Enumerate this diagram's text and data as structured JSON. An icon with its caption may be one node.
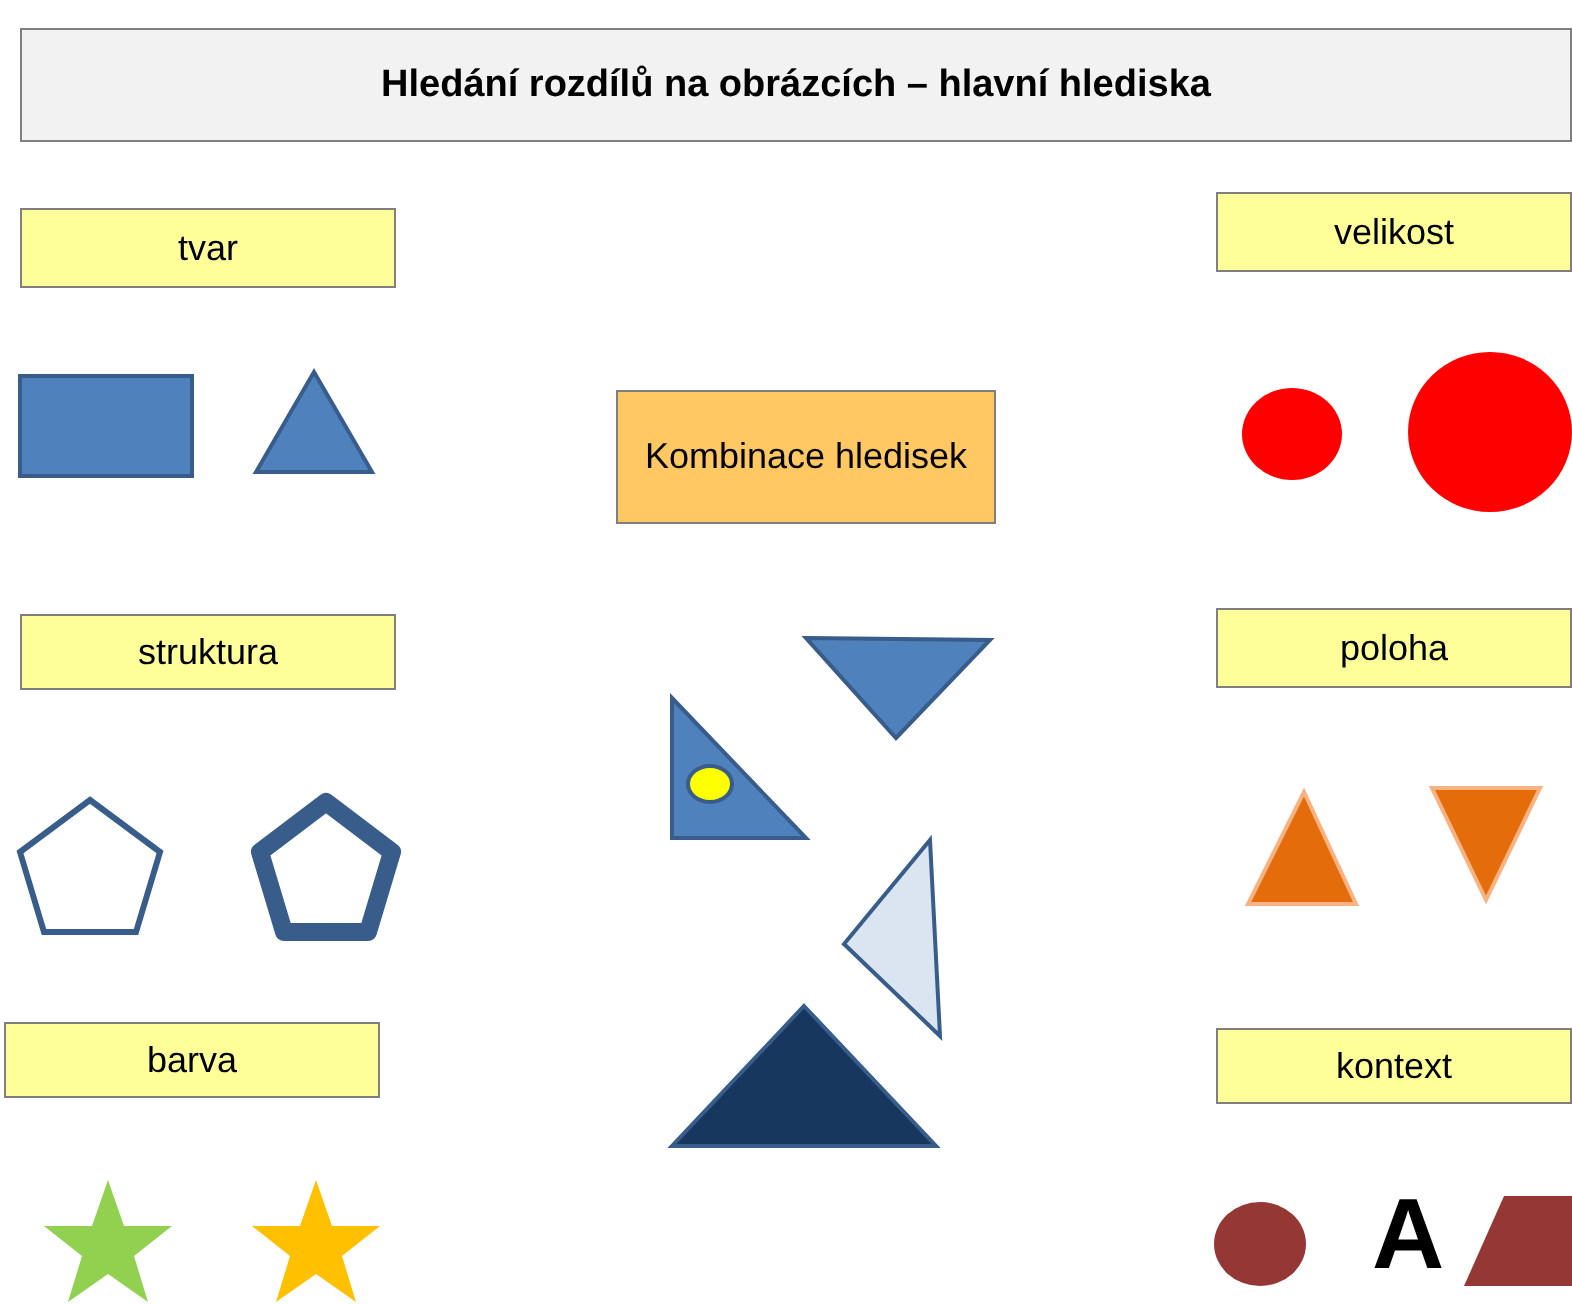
{
  "diagram": {
    "title": "Hledání rozdílů na obrázcích – hlavní hlediska",
    "nodes": [
      {
        "text": [
          "tvar"
        ]
      },
      {
        "text": [
          "velikost"
        ]
      },
      {
        "text": [
          "Kombinace hledisek"
        ]
      },
      {
        "text": [
          "struktura"
        ]
      },
      {
        "text": [
          "poloha"
        ]
      },
      {
        "text": [
          "barva"
        ]
      },
      {
        "text": [
          "kontext"
        ]
      }
    ],
    "labels": [
      "A"
    ]
  }
}
